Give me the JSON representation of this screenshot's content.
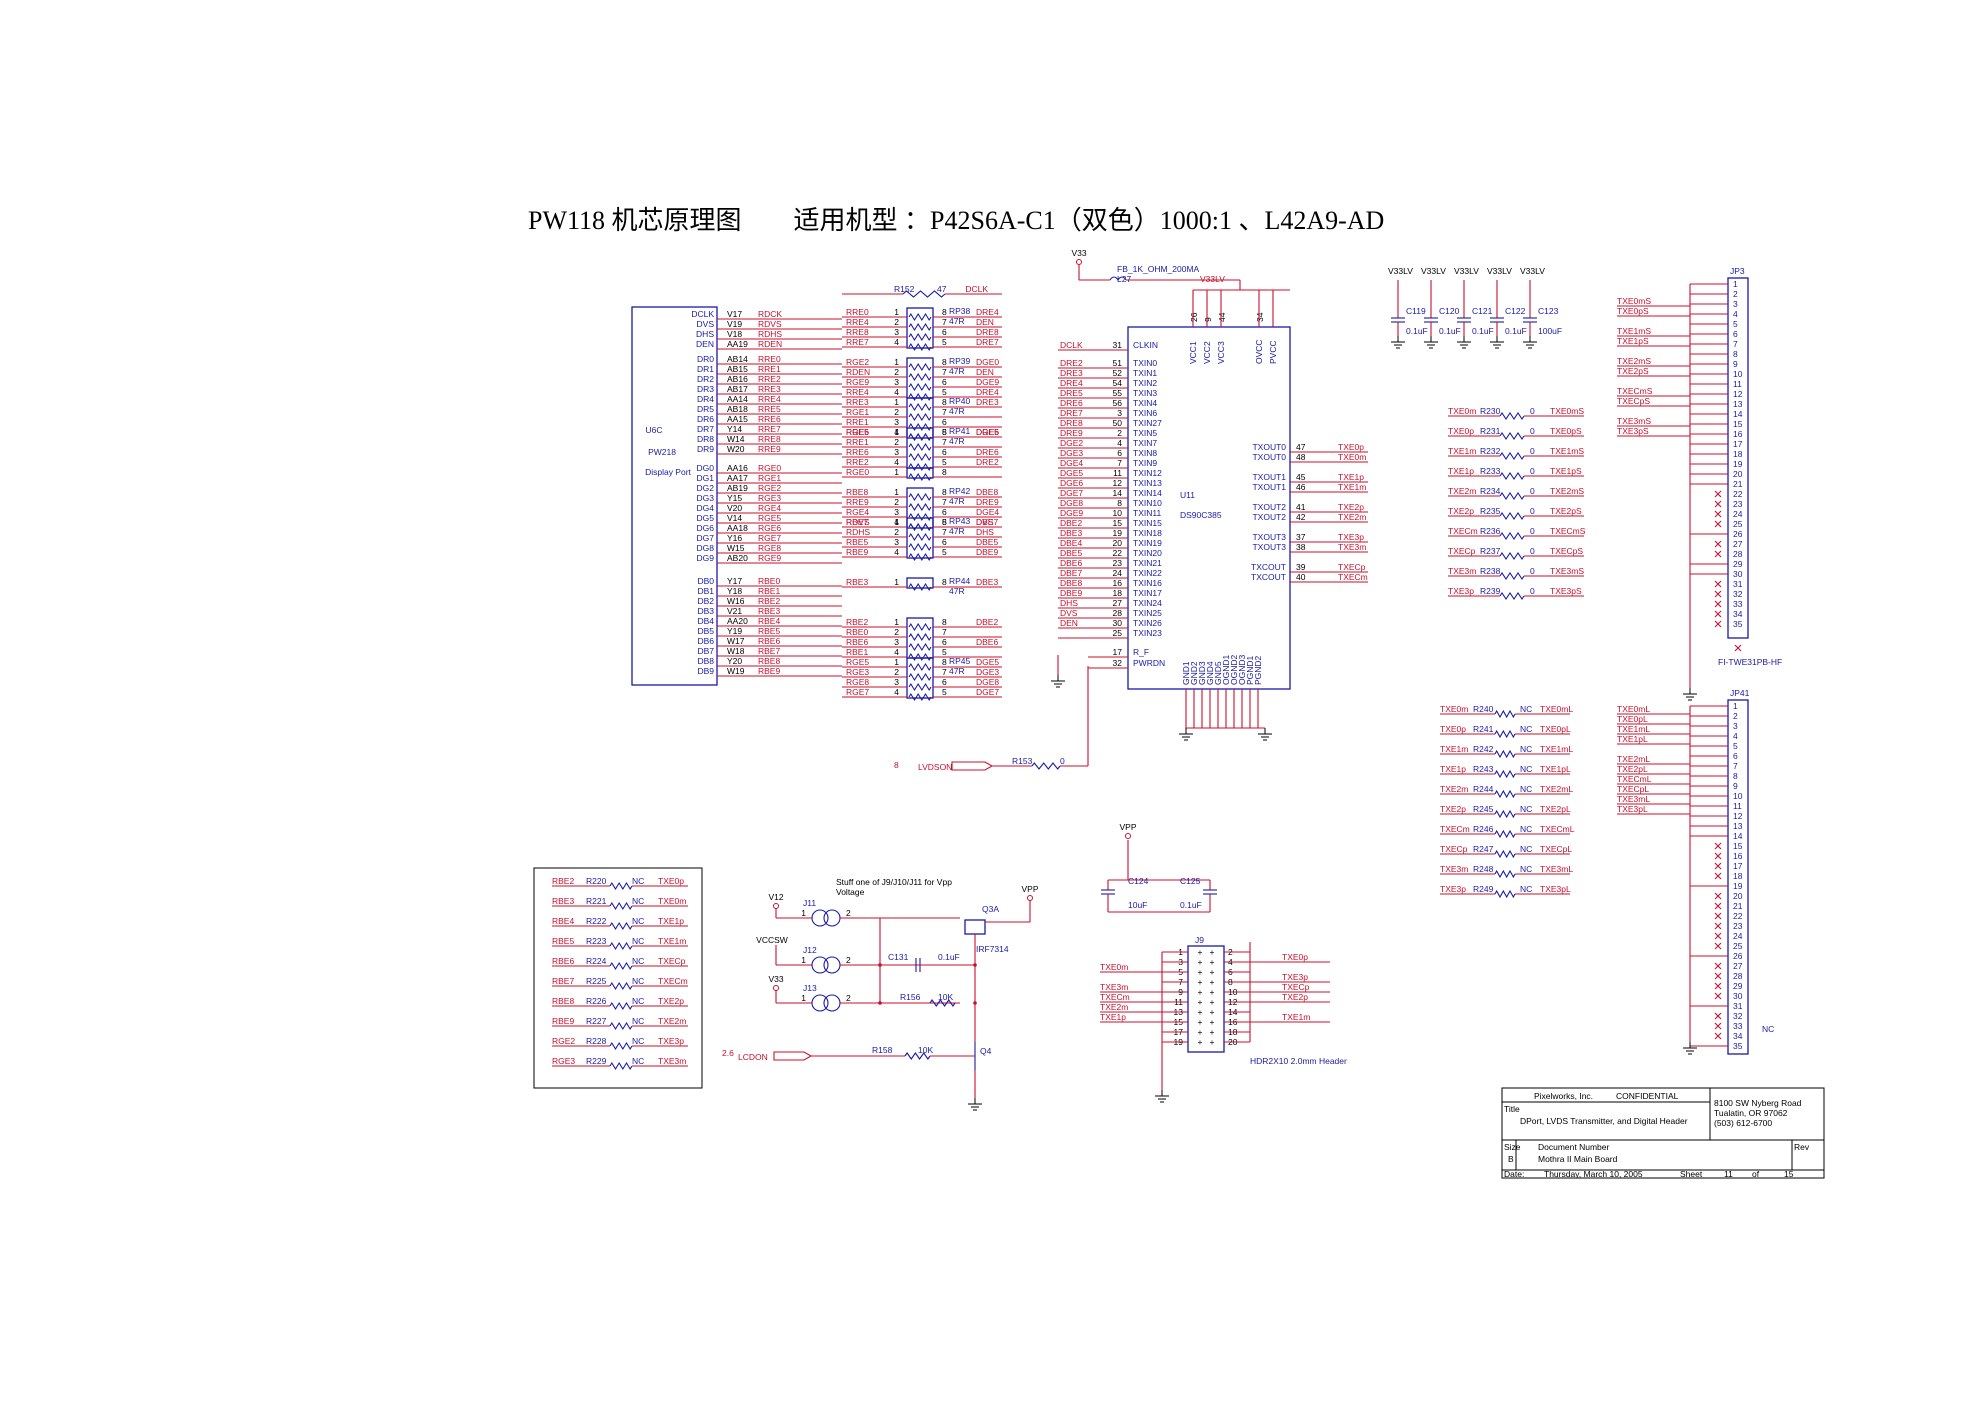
{
  "title": "PW118 机芯原理图        适用机型 ：P42S6A-C1（双色）1000:1 、L42A9-AD",
  "u6c": {
    "ref": "U6C",
    "part": "PW218",
    "label": "Display Port",
    "pins": [
      [
        "DCLK",
        "V17",
        "RDCK"
      ],
      [
        "DVS",
        "V19",
        "RDVS"
      ],
      [
        "DHS",
        "V18",
        "RDHS"
      ],
      [
        "DEN",
        "AA19",
        "RDEN"
      ],
      [
        "DR0",
        "AB14",
        "RRE0"
      ],
      [
        "DR1",
        "AB15",
        "RRE1"
      ],
      [
        "DR2",
        "AB16",
        "RRE2"
      ],
      [
        "DR3",
        "AB17",
        "RRE3"
      ],
      [
        "DR4",
        "AA14",
        "RRE4"
      ],
      [
        "DR5",
        "AB18",
        "RRE5"
      ],
      [
        "DR6",
        "AA15",
        "RRE6"
      ],
      [
        "DR7",
        "Y14",
        "RRE7"
      ],
      [
        "DR8",
        "W14",
        "RRE8"
      ],
      [
        "DR9",
        "W20",
        "RRE9"
      ],
      [
        "DG0",
        "AA16",
        "RGE0"
      ],
      [
        "DG1",
        "AA17",
        "RGE1"
      ],
      [
        "DG2",
        "AB19",
        "RGE2"
      ],
      [
        "DG3",
        "Y15",
        "RGE3"
      ],
      [
        "DG4",
        "V20",
        "RGE4"
      ],
      [
        "DG5",
        "V14",
        "RGE5"
      ],
      [
        "DG6",
        "AA18",
        "RGE6"
      ],
      [
        "DG7",
        "Y16",
        "RGE7"
      ],
      [
        "DG8",
        "W15",
        "RGE8"
      ],
      [
        "DG9",
        "AB20",
        "RGE9"
      ],
      [
        "DB0",
        "Y17",
        "RBE0"
      ],
      [
        "DB1",
        "Y18",
        "RBE1"
      ],
      [
        "DB2",
        "W16",
        "RBE2"
      ],
      [
        "DB3",
        "V21",
        "RBE3"
      ],
      [
        "DB4",
        "AA20",
        "RBE4"
      ],
      [
        "DB5",
        "Y19",
        "RBE5"
      ],
      [
        "DB6",
        "W17",
        "RBE6"
      ],
      [
        "DB7",
        "W18",
        "RBE7"
      ],
      [
        "DB8",
        "Y20",
        "RBE8"
      ],
      [
        "DB9",
        "W19",
        "RBE9"
      ]
    ]
  },
  "r152": {
    "ref": "R152",
    "value": "47",
    "left": "",
    "right": "DCLK"
  },
  "rpacks": [
    {
      "ref": "RP38",
      "value": "47R",
      "in": [
        "RRE0",
        "RRE4",
        "RRE8",
        "RRE7"
      ],
      "out": [
        "DRE4",
        "DEN",
        "DRE8",
        "DRE7"
      ]
    },
    {
      "ref": "RP39",
      "value": "47R",
      "in": [
        "RGE2",
        "RDEN",
        "RGE9",
        "RRE4"
      ],
      "out": [
        "DGE0",
        "DEN",
        "DGE9",
        "DRE4"
      ]
    },
    {
      "ref": "RP40",
      "value": "47R",
      "in": [
        "RRE3",
        "RGE1",
        "RRE1",
        "RRE5"
      ],
      "out": [
        "DRE3",
        "",
        "",
        "DRE5"
      ]
    },
    {
      "ref": "RP41",
      "value": "47R",
      "in": [
        "RGE6",
        "RRE1",
        "RRE6",
        "RRE2"
      ],
      "out": [
        "DGE6",
        "",
        "DRE6",
        "DRE2"
      ]
    },
    {
      "ref": "",
      "value": "",
      "in": [
        "RGE0"
      ],
      "out": [
        ""
      ]
    },
    {
      "ref": "RP42",
      "value": "47R",
      "in": [
        "RBE8",
        "RRE9",
        "RGE4",
        "RDVS"
      ],
      "out": [
        "DBE8",
        "DRE9",
        "DGE4",
        "DVS"
      ]
    },
    {
      "ref": "RP43",
      "value": "47R",
      "in": [
        "RBE7",
        "RDHS",
        "RBE5",
        "RBE9"
      ],
      "out": [
        "DBE7",
        "DHS",
        "DBE5",
        "DBE9"
      ]
    },
    {
      "ref": "RP44",
      "value": "47R",
      "in": [
        "RBE3"
      ],
      "out": [
        "DBE3"
      ]
    },
    {
      "ref": "",
      "value": "",
      "in": [
        "RBE2",
        "RBE0",
        "RBE6",
        "RBE1"
      ],
      "out": [
        "DBE2",
        "",
        "DBE6",
        ""
      ]
    },
    {
      "ref": "RP45",
      "value": "47R",
      "in": [
        "RGE5",
        "RGE3",
        "RGE8",
        "RGE7"
      ],
      "out": [
        "DGE5",
        "DGE3",
        "DGE8",
        "DGE7"
      ]
    }
  ],
  "u11": {
    "ref": "U11",
    "part": "DS90C385",
    "left": [
      [
        "DCLK",
        "31",
        "CLKIN"
      ],
      [
        "DRE2",
        "51",
        "TXIN0"
      ],
      [
        "DRE3",
        "52",
        "TXIN1"
      ],
      [
        "DRE4",
        "54",
        "TXIN2"
      ],
      [
        "DRE5",
        "55",
        "TXIN3"
      ],
      [
        "DRE6",
        "56",
        "TXIN4"
      ],
      [
        "DRE7",
        "3",
        "TXIN6"
      ],
      [
        "DRE8",
        "50",
        "TXIN27"
      ],
      [
        "DRE9",
        "2",
        "TXIN5"
      ],
      [
        "DGE2",
        "4",
        "TXIN7"
      ],
      [
        "DGE3",
        "6",
        "TXIN8"
      ],
      [
        "DGE4",
        "7",
        "TXIN9"
      ],
      [
        "DGE5",
        "11",
        "TXIN12"
      ],
      [
        "DGE6",
        "12",
        "TXIN13"
      ],
      [
        "DGE7",
        "14",
        "TXIN14"
      ],
      [
        "DGE8",
        "8",
        "TXIN10"
      ],
      [
        "DGE9",
        "10",
        "TXIN11"
      ],
      [
        "DBE2",
        "15",
        "TXIN15"
      ],
      [
        "DBE3",
        "19",
        "TXIN18"
      ],
      [
        "DBE4",
        "20",
        "TXIN19"
      ],
      [
        "DBE5",
        "22",
        "TXIN20"
      ],
      [
        "DBE6",
        "23",
        "TXIN21"
      ],
      [
        "DBE7",
        "24",
        "TXIN22"
      ],
      [
        "DBE8",
        "16",
        "TXIN16"
      ],
      [
        "DBE9",
        "18",
        "TXIN17"
      ],
      [
        "DHS",
        "27",
        "TXIN24"
      ],
      [
        "DVS",
        "28",
        "TXIN25"
      ],
      [
        "DEN",
        "30",
        "TXIN26"
      ],
      [
        "",
        "25",
        "TXIN23"
      ]
    ],
    "ctrl": [
      [
        "17",
        "R_F"
      ],
      [
        "32",
        "PWRDN"
      ]
    ],
    "top": [
      [
        "26",
        "VCC1"
      ],
      [
        "9",
        "VCC2"
      ],
      [
        "44",
        "VCC3"
      ],
      [
        "34",
        "OVCC"
      ],
      [
        "",
        "PVCC"
      ]
    ],
    "right": [
      [
        "TXOUT0",
        "47",
        "TXE0p"
      ],
      [
        "TXOUT0",
        "48",
        "TXE0m"
      ],
      [
        "TXOUT1",
        "45",
        "TXE1p"
      ],
      [
        "TXOUT1",
        "46",
        "TXE1m"
      ],
      [
        "TXOUT2",
        "41",
        "TXE2p"
      ],
      [
        "TXOUT2",
        "42",
        "TXE2m"
      ],
      [
        "TXOUT3",
        "37",
        "TXE3p"
      ],
      [
        "TXOUT3",
        "38",
        "TXE3m"
      ],
      [
        "TXCOUT",
        "39",
        "TXECp"
      ],
      [
        "TXCOUT",
        "40",
        "TXECm"
      ]
    ],
    "bottom": [
      "GND1",
      "GND2",
      "GND3",
      "GND4",
      "GND5",
      "OGND1",
      "OGND2",
      "OGND3",
      "PGND1",
      "PGND2"
    ]
  },
  "l27": {
    "ref": "L27",
    "value": "FB_1K_OHM_200MA",
    "net": "V33",
    "out": "V33LV"
  },
  "r153": {
    "ref": "R153",
    "value": "0",
    "net": "LVDSON",
    "pin": "8"
  },
  "caps": [
    {
      "ref": "C119",
      "value": "0.1uF",
      "net": "V33LV"
    },
    {
      "ref": "C120",
      "value": "0.1uF",
      "net": "V33LV"
    },
    {
      "ref": "C121",
      "value": "0.1uF",
      "net": "V33LV"
    },
    {
      "ref": "C122",
      "value": "0.1uF",
      "net": "V33LV"
    },
    {
      "ref": "C123",
      "value": "100uF",
      "net": "V33LV"
    }
  ],
  "series0": [
    [
      "TXE0m",
      "R230",
      "0",
      "TXE0mS"
    ],
    [
      "TXE0p",
      "R231",
      "0",
      "TXE0pS"
    ],
    [
      "TXE1m",
      "R232",
      "0",
      "TXE1mS"
    ],
    [
      "TXE1p",
      "R233",
      "0",
      "TXE1pS"
    ],
    [
      "TXE2m",
      "R234",
      "0",
      "TXE2mS"
    ],
    [
      "TXE2p",
      "R235",
      "0",
      "TXE2pS"
    ],
    [
      "TXECm",
      "R236",
      "0",
      "TXECmS"
    ],
    [
      "TXECp",
      "R237",
      "0",
      "TXECpS"
    ],
    [
      "TXE3m",
      "R238",
      "0",
      "TXE3mS"
    ],
    [
      "TXE3p",
      "R239",
      "0",
      "TXE3pS"
    ]
  ],
  "seriesNC": [
    [
      "TXE0m",
      "R240",
      "NC",
      "TXE0mL"
    ],
    [
      "TXE0p",
      "R241",
      "NC",
      "TXE0pL"
    ],
    [
      "TXE1m",
      "R242",
      "NC",
      "TXE1mL"
    ],
    [
      "TXE1p",
      "R243",
      "NC",
      "TXE1pL"
    ],
    [
      "TXE2m",
      "R244",
      "NC",
      "TXE2mL"
    ],
    [
      "TXE2p",
      "R245",
      "NC",
      "TXE2pL"
    ],
    [
      "TXECm",
      "R246",
      "NC",
      "TXECmL"
    ],
    [
      "TXECp",
      "R247",
      "NC",
      "TXECpL"
    ],
    [
      "TXE3m",
      "R248",
      "NC",
      "TXE3mL"
    ],
    [
      "TXE3p",
      "R249",
      "NC",
      "TXE3pL"
    ]
  ],
  "jp3": {
    "ref": "JP3",
    "part": "FI-TWE31PB-HF",
    "nets": [
      "TXE0mS",
      "TXE0pS",
      "",
      "TXE1mS",
      "TXE1pS",
      "",
      "TXE2mS",
      "TXE2pS",
      "",
      "TXECmS",
      "TXECpS",
      "",
      "TXE3mS",
      "TXE3pS"
    ]
  },
  "jp41": {
    "ref": "JP41",
    "part": "NC",
    "nets": [
      "TXE0mL",
      "TXE0pL",
      "TXE1mL",
      "TXE1pL",
      "",
      "TXE2mL",
      "TXE2pL",
      "TXECmL",
      "TXECpL",
      "TXE3mL",
      "TXE3pL"
    ]
  },
  "boxNC": [
    [
      "RBE2",
      "R220",
      "NC",
      "TXE0p"
    ],
    [
      "RBE3",
      "R221",
      "NC",
      "TXE0m"
    ],
    [
      "RBE4",
      "R222",
      "NC",
      "TXE1p"
    ],
    [
      "RBE5",
      "R223",
      "NC",
      "TXE1m"
    ],
    [
      "RBE6",
      "R224",
      "NC",
      "TXECp"
    ],
    [
      "RBE7",
      "R225",
      "NC",
      "TXECm"
    ],
    [
      "RBE8",
      "R226",
      "NC",
      "TXE2p"
    ],
    [
      "RBE9",
      "R227",
      "NC",
      "TXE2m"
    ],
    [
      "RGE2",
      "R228",
      "NC",
      "TXE3p"
    ],
    [
      "RGE3",
      "R229",
      "NC",
      "TXE3m"
    ]
  ],
  "vpp": {
    "note1": "Stuff one of J9/J10/J11 for Vpp",
    "note2": "Voltage",
    "v12": "V12",
    "vccsw": "VCCSW",
    "v33": "V33",
    "vpp": "VPP",
    "j11": "J11",
    "j12": "J12",
    "j13": "J13",
    "q3a": "Q3A",
    "q3part": "IRF7314",
    "q4": "Q4",
    "c131": "C131",
    "c131v": "0.1uF",
    "r156": "R156",
    "r156v": "10K",
    "r158": "R158",
    "r158v": "10K",
    "lcdon": "LCDON",
    "lcdpin": "2.6"
  },
  "j9": {
    "ref": "J9",
    "part": "HDR2X10 2.0mm Header",
    "vpp": "VPP",
    "c124": "C124",
    "c124v": "10uF",
    "c125": "C125",
    "c125v": "0.1uF",
    "left": [
      "",
      "",
      "TXE0m",
      "",
      "TXE3m",
      "TXECm",
      "TXE2m",
      "TXE1p",
      "",
      ""
    ],
    "right": [
      "",
      "TXE0p",
      "",
      "TXE3p",
      "TXECp",
      "TXE2p",
      "",
      "TXE1m",
      "",
      ""
    ]
  },
  "tb": {
    "company": "Pixelworks, Inc.",
    "conf": "CONFIDENTIAL",
    "addr1": "8100 SW Nyberg Road",
    "addr2": "Tualatin, OR 97062",
    "addr3": "(503) 612-6700",
    "title_label": "Title",
    "title": "DPort, LVDS Transmitter, and Digital Header",
    "size_label": "Size",
    "size": "B",
    "docnum_label": "Document Number",
    "docnum": "Mothra II Main Board",
    "rev_label": "Rev",
    "date_label": "Date:",
    "date": "Thursday, March 10, 2005",
    "sheet_label": "Sheet",
    "sheet": "11",
    "of_label": "of",
    "total": "15"
  }
}
